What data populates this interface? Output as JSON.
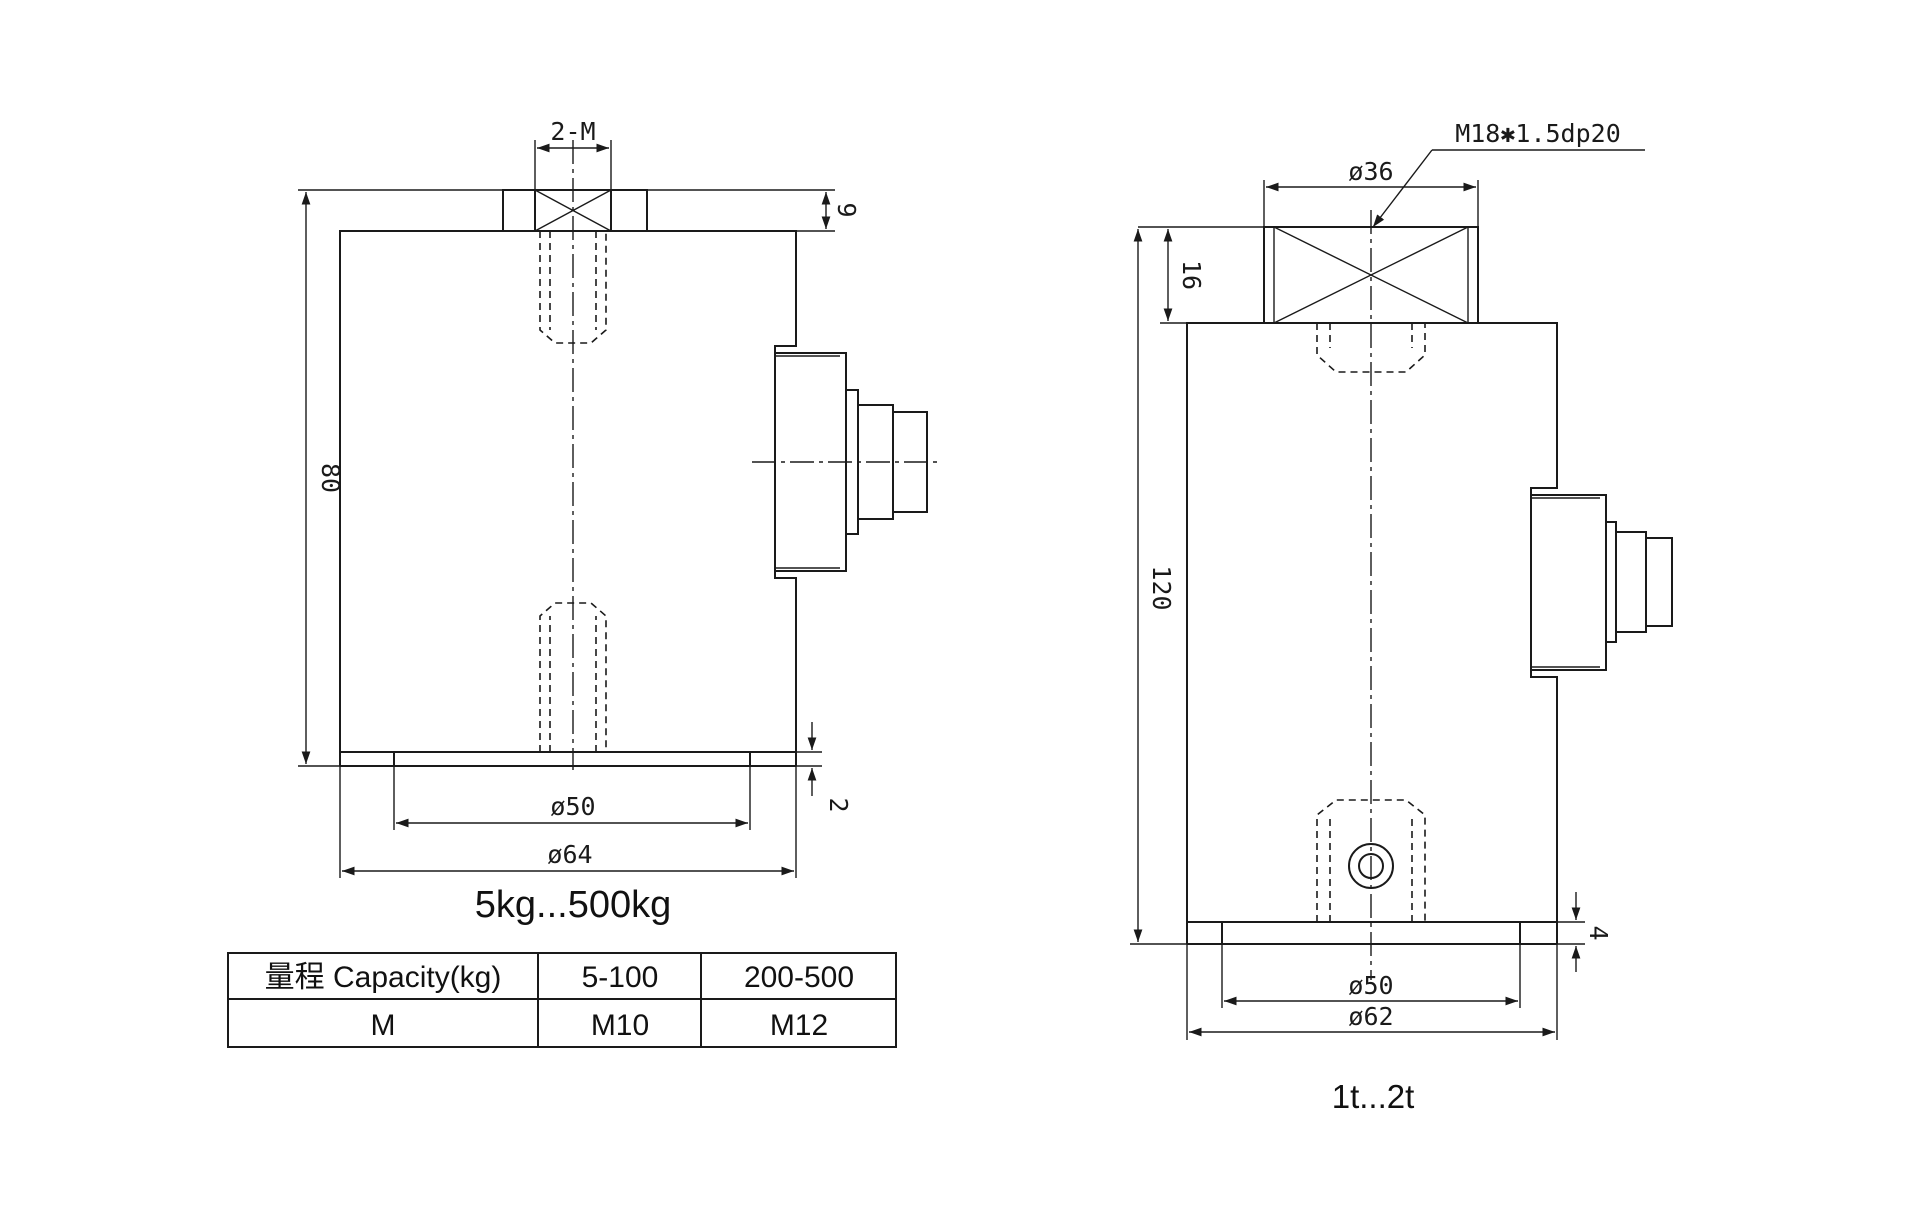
{
  "left_view": {
    "caption": "5kg...500kg",
    "dims": {
      "thread": "2-M",
      "boss_height": "9",
      "height": "80",
      "base_inner_dia": "ø50",
      "outer_dia": "ø64",
      "base_thickness": "2"
    }
  },
  "right_view": {
    "caption": "1t...2t",
    "dims": {
      "thread_callout": "M18✱1.5dp20",
      "boss_dia": "ø36",
      "boss_height": "16",
      "height": "120",
      "base_inner_dia": "ø50",
      "outer_dia": "ø62",
      "base_thickness": "4"
    }
  },
  "table": {
    "header": [
      "量程 Capacity(kg)",
      "5-100",
      "200-500"
    ],
    "row": [
      "M",
      "M10",
      "M12"
    ]
  }
}
